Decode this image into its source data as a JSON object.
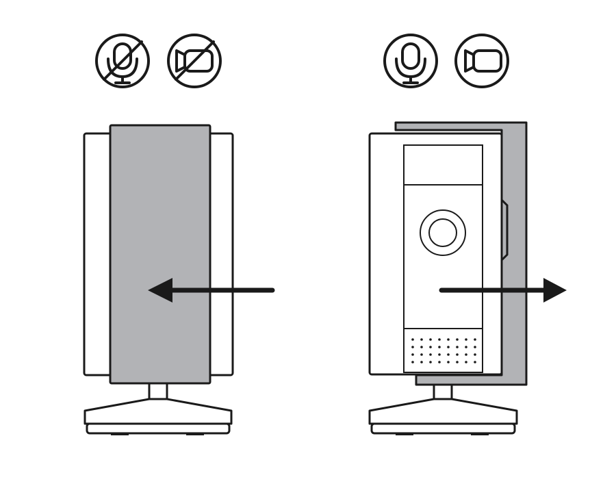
{
  "colors": {
    "line": "#1a1a1a",
    "cover_fill": "#b2b3b6",
    "body_fill": "#ffffff",
    "background": "#ffffff"
  },
  "panels": [
    {
      "state": "privacy-cover-closed",
      "icons": [
        "microphone-off-icon",
        "camera-off-icon"
      ],
      "arrow_direction": "left"
    },
    {
      "state": "privacy-cover-open",
      "icons": [
        "microphone-icon",
        "camera-icon"
      ],
      "arrow_direction": "right"
    }
  ]
}
